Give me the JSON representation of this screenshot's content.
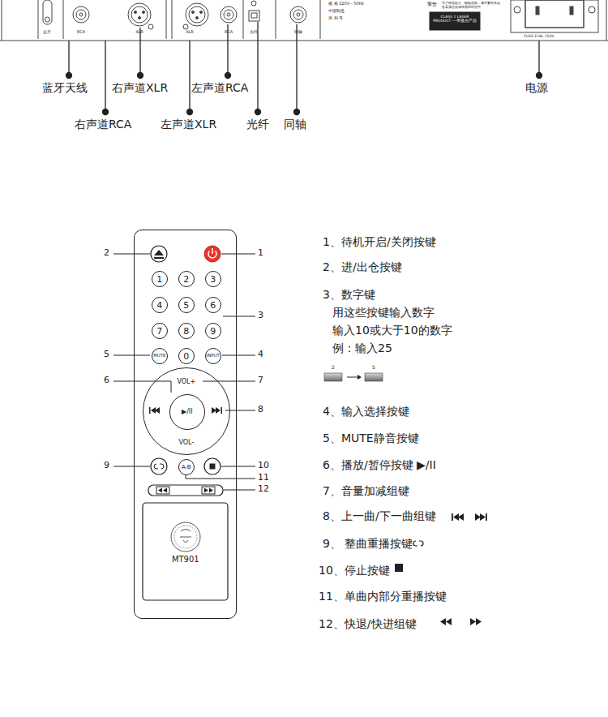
{
  "diagram": {
    "nodes": [
      {
        "text": [
          "MT901"
        ]
      },
      {
        "text": [
          "1"
        ],
        "in": 0
      },
      {
        "text": [
          "2"
        ],
        "in": 0
      },
      {
        "text": [
          "3"
        ],
        "in": 0
      },
      {
        "text": [
          "4"
        ],
        "in": 0
      },
      {
        "text": [
          "5"
        ],
        "in": 0
      },
      {
        "text": [
          "6"
        ],
        "in": 0
      },
      {
        "text": [
          "7"
        ],
        "in": 0
      },
      {
        "text": [
          "8"
        ],
        "in": 0
      },
      {
        "text": [
          "9"
        ],
        "in": 0
      },
      {
        "text": [
          "MUTE"
        ],
        "in": 0
      },
      {
        "text": [
          "0"
        ],
        "in": 0
      },
      {
        "text": [
          "INPUT"
        ],
        "in": 0
      },
      {
        "text": [
          "VOL+",
          "VOL-"
        ],
        "in": 0
      },
      {
        "text": [
          "▶/II"
        ],
        "in": 13
      },
      {
        "text": [
          "A-B"
        ],
        "in": 0
      }
    ],
    "labels": [
      "蓝牙",
      "RCA",
      "XLR",
      "XLR",
      "RCA",
      "光纤",
      "同轴",
      "规 格  220V～50Hz",
      "中国制造",
      "序 列 号",
      "警告",
      "为了降低起火、触电危险，请不要将本设备暴露在雨淋或潮湿环境中",
      "CLASS 1 LASER PRODUCT 一类激光产品",
      "FUSE F2AL 250V",
      "蓝牙天线",
      "右声道XLR",
      "左声道RCA",
      "电源",
      "右声道RCA",
      "左声道XLR",
      "光纤",
      "同轴",
      "1",
      "2",
      "3",
      "4",
      "5",
      "6",
      "7",
      "8",
      "9",
      "10",
      "11",
      "12",
      "1、待机开启/关闭按键",
      "2、进/出仓按键",
      "3、数字键",
      "用这些按键输入数字",
      "输入10或大于10的数字",
      "例：输入25",
      "2",
      "5",
      "4、输入选择按键",
      "5、MUTE静音按键",
      "6、播放/暂停按键 ▶/II",
      "7、音量加减组键",
      "8、上一曲/下一曲组键",
      "9、 整曲重播按键",
      "10、停止按键",
      "11、单曲内部分重播按键",
      "12、快退/快进组键"
    ]
  }
}
